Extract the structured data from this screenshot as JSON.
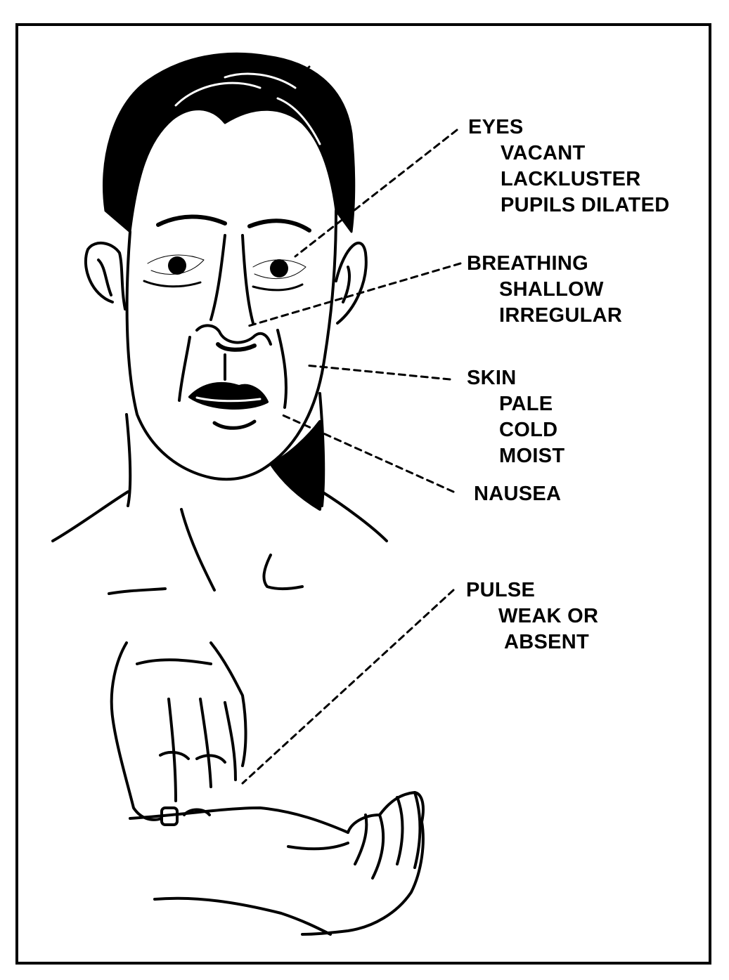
{
  "figure": {
    "colors": {
      "ink": "#000000",
      "paper": "#ffffff"
    },
    "labels": {
      "eyes": {
        "heading": "EYES",
        "items": [
          "VACANT",
          "LACKLUSTER",
          "PUPILS DILATED"
        ]
      },
      "breathing": {
        "heading": "BREATHING",
        "items": [
          "SHALLOW",
          "IRREGULAR"
        ]
      },
      "skin": {
        "heading": "SKIN",
        "items": [
          "PALE",
          "COLD",
          "MOIST"
        ]
      },
      "nausea": {
        "heading": "NAUSEA"
      },
      "pulse": {
        "heading": "PULSE",
        "items": [
          "WEAK OR",
          "ABSENT"
        ]
      }
    }
  }
}
